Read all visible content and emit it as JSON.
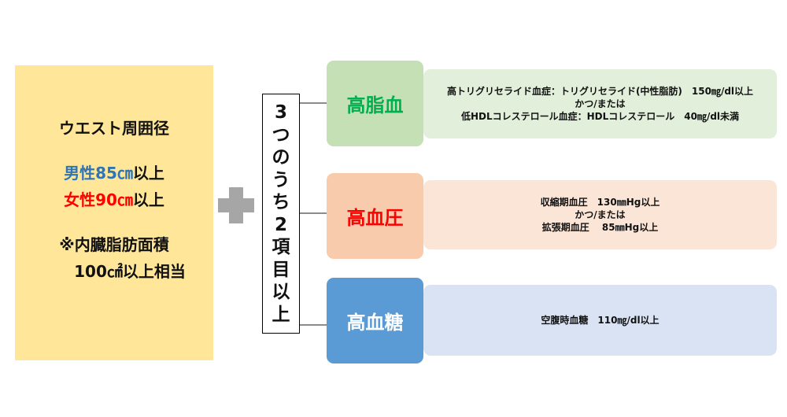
{
  "waist": {
    "title": "ウエスト周囲径",
    "male_label": "男性85㎝",
    "male_suffix": "以上",
    "female_label": "女性90㎝",
    "female_suffix": "以上",
    "visceral_line1": "※内臓脂肪面積",
    "visceral_line2": "100㎠以上相当"
  },
  "criteria_label": [
    "3",
    "つ",
    "の",
    "う",
    "ち",
    "2",
    "項",
    "目",
    "以",
    "上"
  ],
  "categories": {
    "lipid": {
      "label": "高脂血",
      "lines": [
        "高トリグリセライド血症：トリグリセライド(中性脂肪)　150㎎/dl以上",
        "かつ/または",
        "低HDLコレステロール血症：HDLコレステロール　40㎎/dl未満"
      ]
    },
    "bp": {
      "label": "高血圧",
      "lines": [
        "収縮期血圧　130㎜Hg以上",
        "かつ/または",
        "拡張期血圧　 85㎜Hg以上"
      ]
    },
    "sugar": {
      "label": "高血糖",
      "lines": [
        "空腹時血糖　110㎎/dl以上"
      ]
    }
  },
  "colors": {
    "waist_bg": "#ffe699",
    "male_text": "#2e75b6",
    "female_text": "#ff0000",
    "lipid_box": "#c5e0b4",
    "lipid_text": "#00b050",
    "bp_box": "#f8cbad",
    "bp_text": "#ff0000",
    "sugar_box": "#5b9bd5",
    "sugar_text": "#ffffff",
    "plus": "#a6a6a6"
  },
  "icons": {
    "plus": "plus-icon"
  }
}
